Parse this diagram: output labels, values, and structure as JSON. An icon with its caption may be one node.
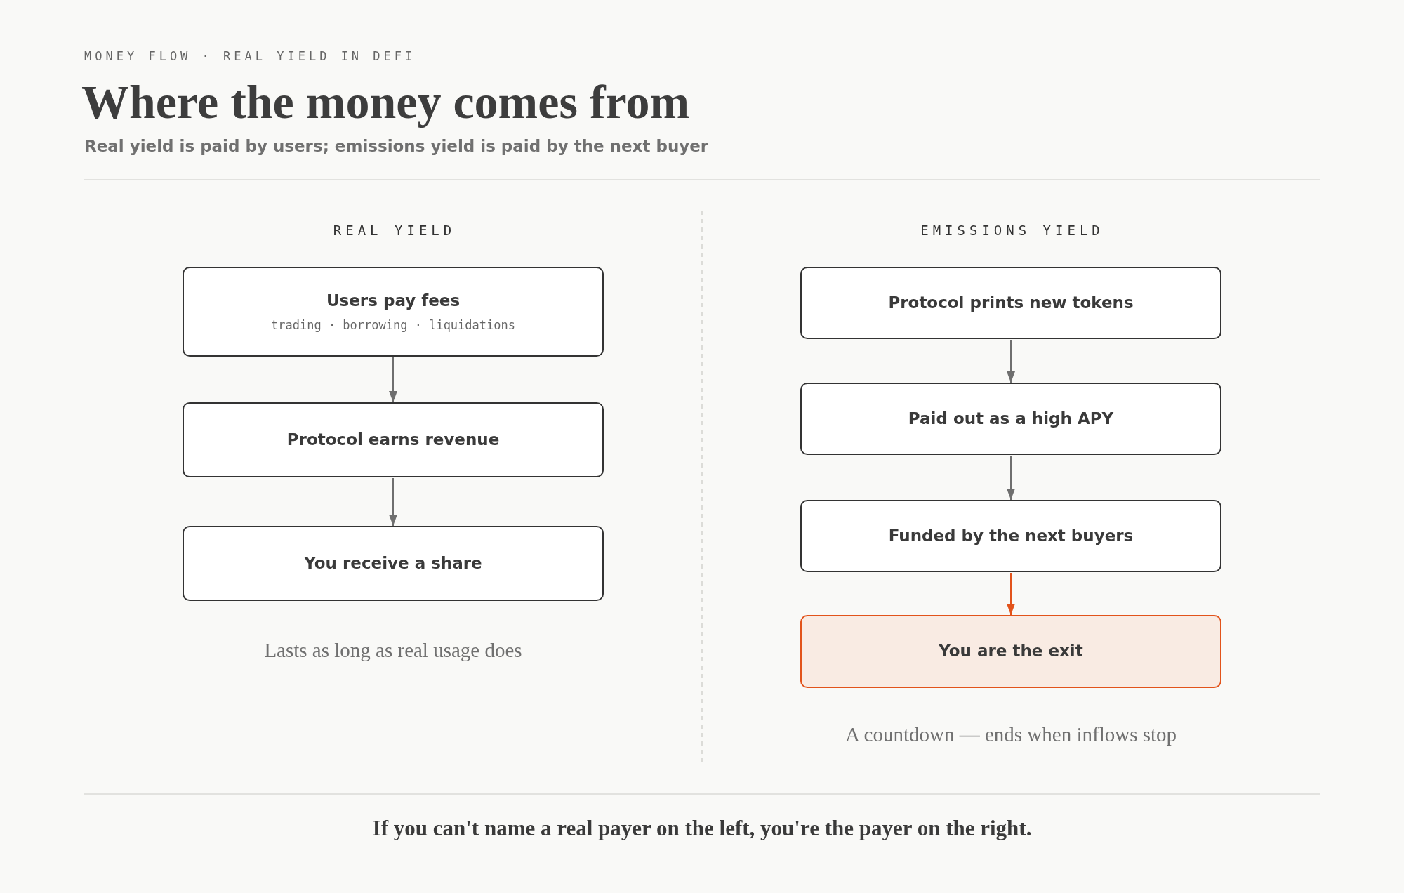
{
  "diagram": {
    "title": "Where the money comes from",
    "caption": "If you can't name a real payer on the left, you're the payer on the right.",
    "nodes": [
      {
        "text": [
          "Users pay fees",
          "trading · borrowing · liquidations"
        ]
      },
      {
        "text": [
          "Protocol earns revenue"
        ]
      },
      {
        "text": [
          "You receive a share"
        ]
      },
      {
        "text": [
          "Protocol prints new tokens"
        ]
      },
      {
        "text": [
          "Paid out as a high APY"
        ]
      },
      {
        "text": [
          "Funded by the next buyers"
        ]
      },
      {
        "text": [
          "You are the exit"
        ]
      }
    ],
    "edges": [
      {
        "from": 0,
        "to": 1,
        "arrow": "to"
      },
      {
        "from": 1,
        "to": 2,
        "arrow": "to"
      },
      {
        "from": 3,
        "to": 4,
        "arrow": "to"
      },
      {
        "from": 4,
        "to": 5,
        "arrow": "to"
      },
      {
        "from": 5,
        "to": 6,
        "arrow": "to",
        "color": "#e2531b"
      }
    ],
    "labels": [
      "MONEY FLOW · REAL YIELD IN DEFI",
      "Real yield is paid by users; emissions yield is paid by the next buyer",
      "REAL YIELD",
      "EMISSIONS YIELD",
      "Lasts as long as real usage does",
      "A countdown — ends when inflows stop"
    ]
  }
}
